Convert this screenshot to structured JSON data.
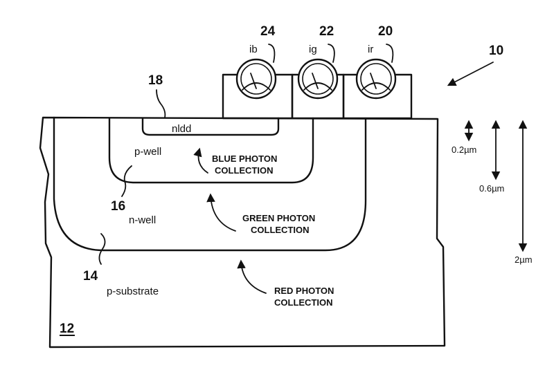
{
  "labels": {
    "nldd": "nldd",
    "p_well": "p-well",
    "n_well": "n-well",
    "p_substrate": "p-substrate"
  },
  "collection": {
    "blue": [
      "BLUE PHOTON",
      "COLLECTION"
    ],
    "green": [
      "GREEN PHOTON",
      "COLLECTION"
    ],
    "red": [
      "RED PHOTON",
      "COLLECTION"
    ]
  },
  "meters": {
    "blue": {
      "current": "ib",
      "ref": "24"
    },
    "green": {
      "current": "ig",
      "ref": "22"
    },
    "red": {
      "current": "ir",
      "ref": "20"
    }
  },
  "refs": {
    "device": "10",
    "substrate": "12",
    "p_substrate_line": "14",
    "n_well_line": "16",
    "nldd_line": "18"
  },
  "depths": {
    "blue": "0.2µm",
    "green": "0.6µm",
    "red": "2µm"
  }
}
